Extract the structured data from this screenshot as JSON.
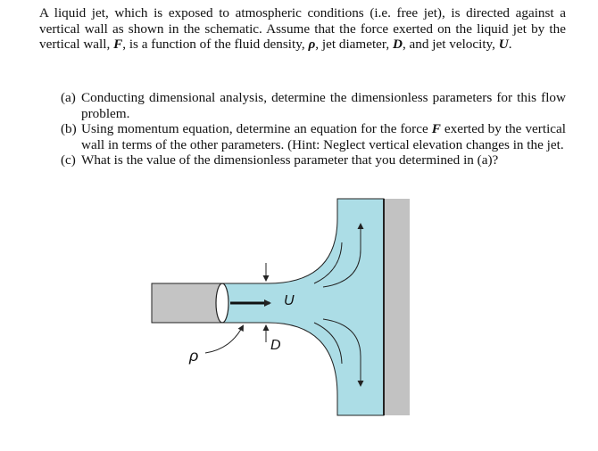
{
  "problem": {
    "intro": "A liquid jet, which is exposed to atmospheric conditions (i.e. free jet), is directed against a vertical wall as shown in the schematic.  Assume that the force exerted on the liquid jet by the vertical wall, ",
    "var_F": "F",
    "mid1": ", is a function of the fluid density, ",
    "var_rho": "ρ",
    "mid2": ", jet diameter, ",
    "var_D": "D",
    "mid3": ", and jet velocity, ",
    "var_U": "U",
    "end": "."
  },
  "parts": [
    {
      "label": "(a)",
      "text": "Conducting dimensional analysis, determine the dimensionless parameters for this flow problem."
    },
    {
      "label": "(b)",
      "text_pre": "Using momentum equation, determine an equation for the force ",
      "text_var": "F",
      "text_post": " exerted by the vertical wall in terms of the other parameters. (Hint: Neglect vertical elevation changes in the jet."
    },
    {
      "label": "(c)",
      "text": "What is the value of the dimensionless parameter that you determined in (a)?"
    }
  ],
  "diagram": {
    "label_U": "U",
    "label_D": "D",
    "label_rho": "ρ",
    "colors": {
      "fluid": "#acdde6",
      "pipe": "#c4c4c4",
      "wall": "#c2c2c2",
      "outline": "#222222"
    }
  }
}
